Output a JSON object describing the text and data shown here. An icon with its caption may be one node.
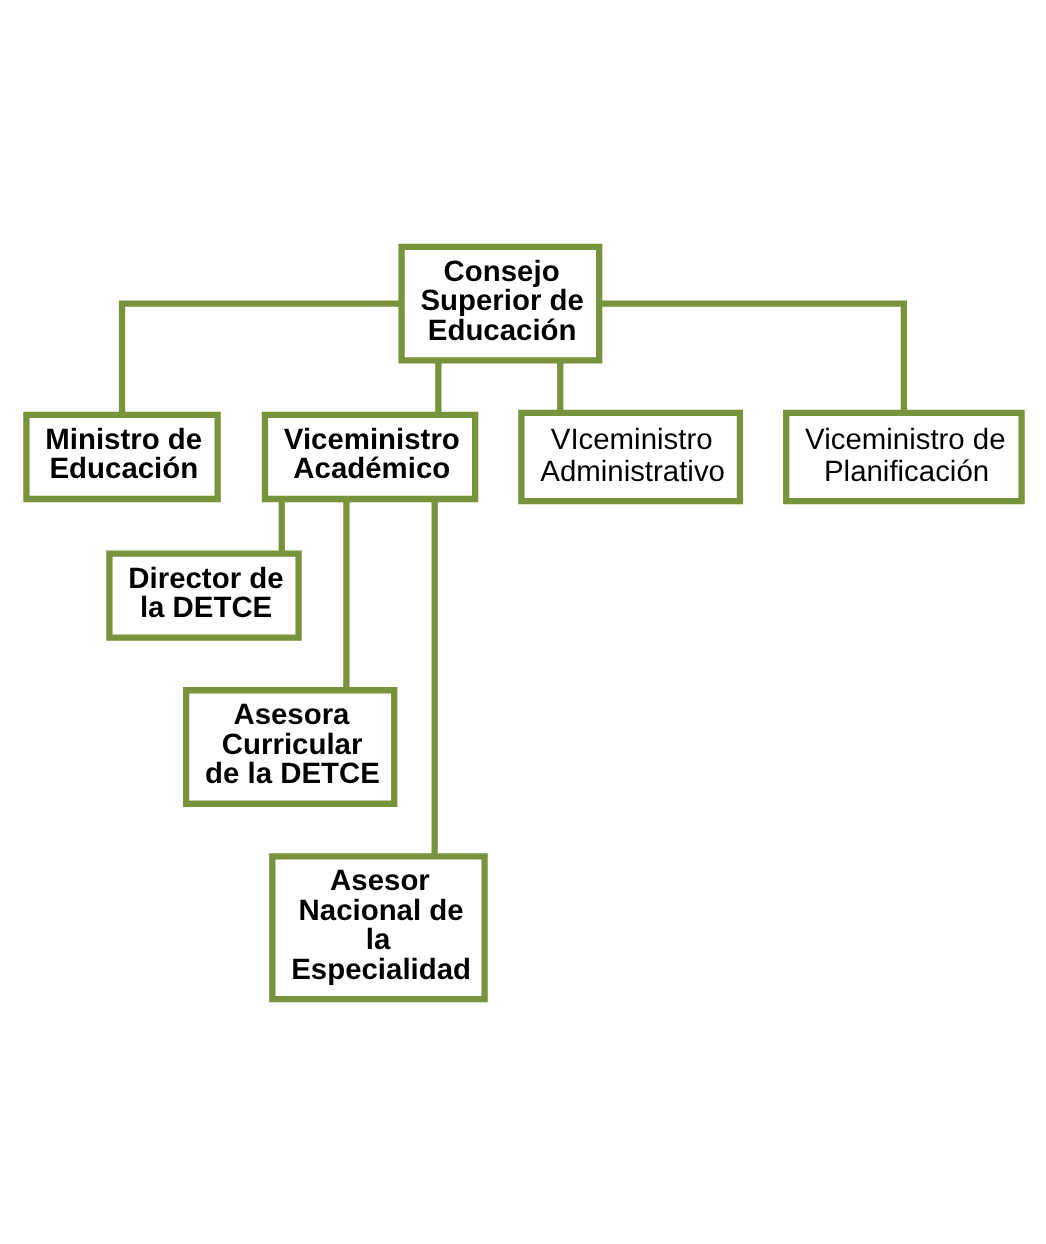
{
  "diagram": {
    "nodes": [
      {
        "text": [
          "Consejo Superior de Educación"
        ]
      },
      {
        "text": [
          "Ministro de Educación"
        ]
      },
      {
        "text": [
          "Viceministro Académico"
        ]
      },
      {
        "text": [
          "VIceministro Administrativo"
        ]
      },
      {
        "text": [
          "Viceministro de Planificación"
        ]
      },
      {
        "text": [
          "Director de la DETCE"
        ]
      },
      {
        "text": [
          "Asesora Curricular de la DETCE"
        ]
      },
      {
        "text": [
          "Asesor Nacional de la Especialidad"
        ]
      }
    ],
    "edges": [
      {
        "from": 0,
        "to": 1,
        "arrow": "none"
      },
      {
        "from": 0,
        "to": 2,
        "arrow": "none"
      },
      {
        "from": 0,
        "to": 3,
        "arrow": "none"
      },
      {
        "from": 0,
        "to": 4,
        "arrow": "none"
      },
      {
        "from": 2,
        "to": 5,
        "arrow": "none"
      },
      {
        "from": 2,
        "to": 6,
        "arrow": "none"
      },
      {
        "from": 2,
        "to": 7,
        "arrow": "none"
      }
    ]
  }
}
